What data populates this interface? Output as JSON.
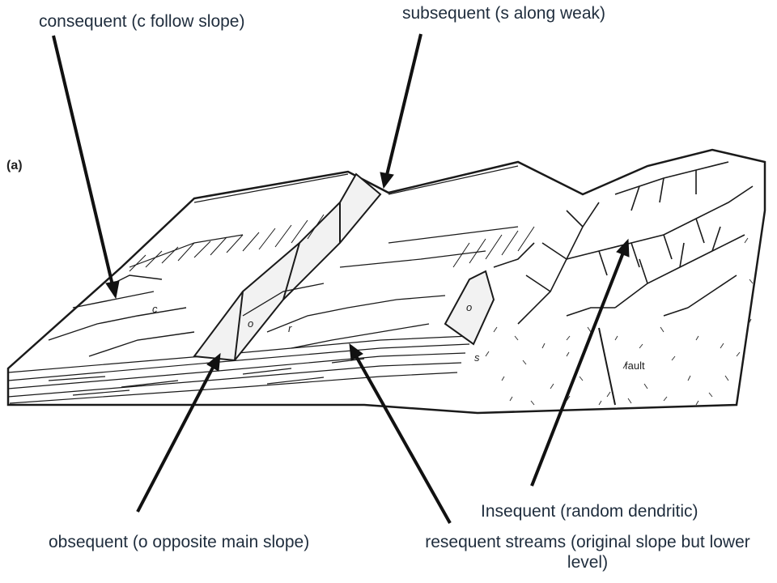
{
  "labels": {
    "consequent": "consequent (c follow slope)",
    "subsequent": "subsequent (s along weak)",
    "insequent": "Insequent (random dendritic)",
    "obsequent": "obsequent (o opposite main slope)",
    "resequent": "resequent streams (original slope but lower level)"
  },
  "figure": {
    "tag": "(a)",
    "fault_label": "fault",
    "letters": {
      "c": "c",
      "o1": "o",
      "o2": "o",
      "s": "s",
      "r": "r"
    }
  },
  "colors": {
    "ink": "#1a1a1a",
    "text": "#1f2d3d",
    "background": "#ffffff"
  }
}
